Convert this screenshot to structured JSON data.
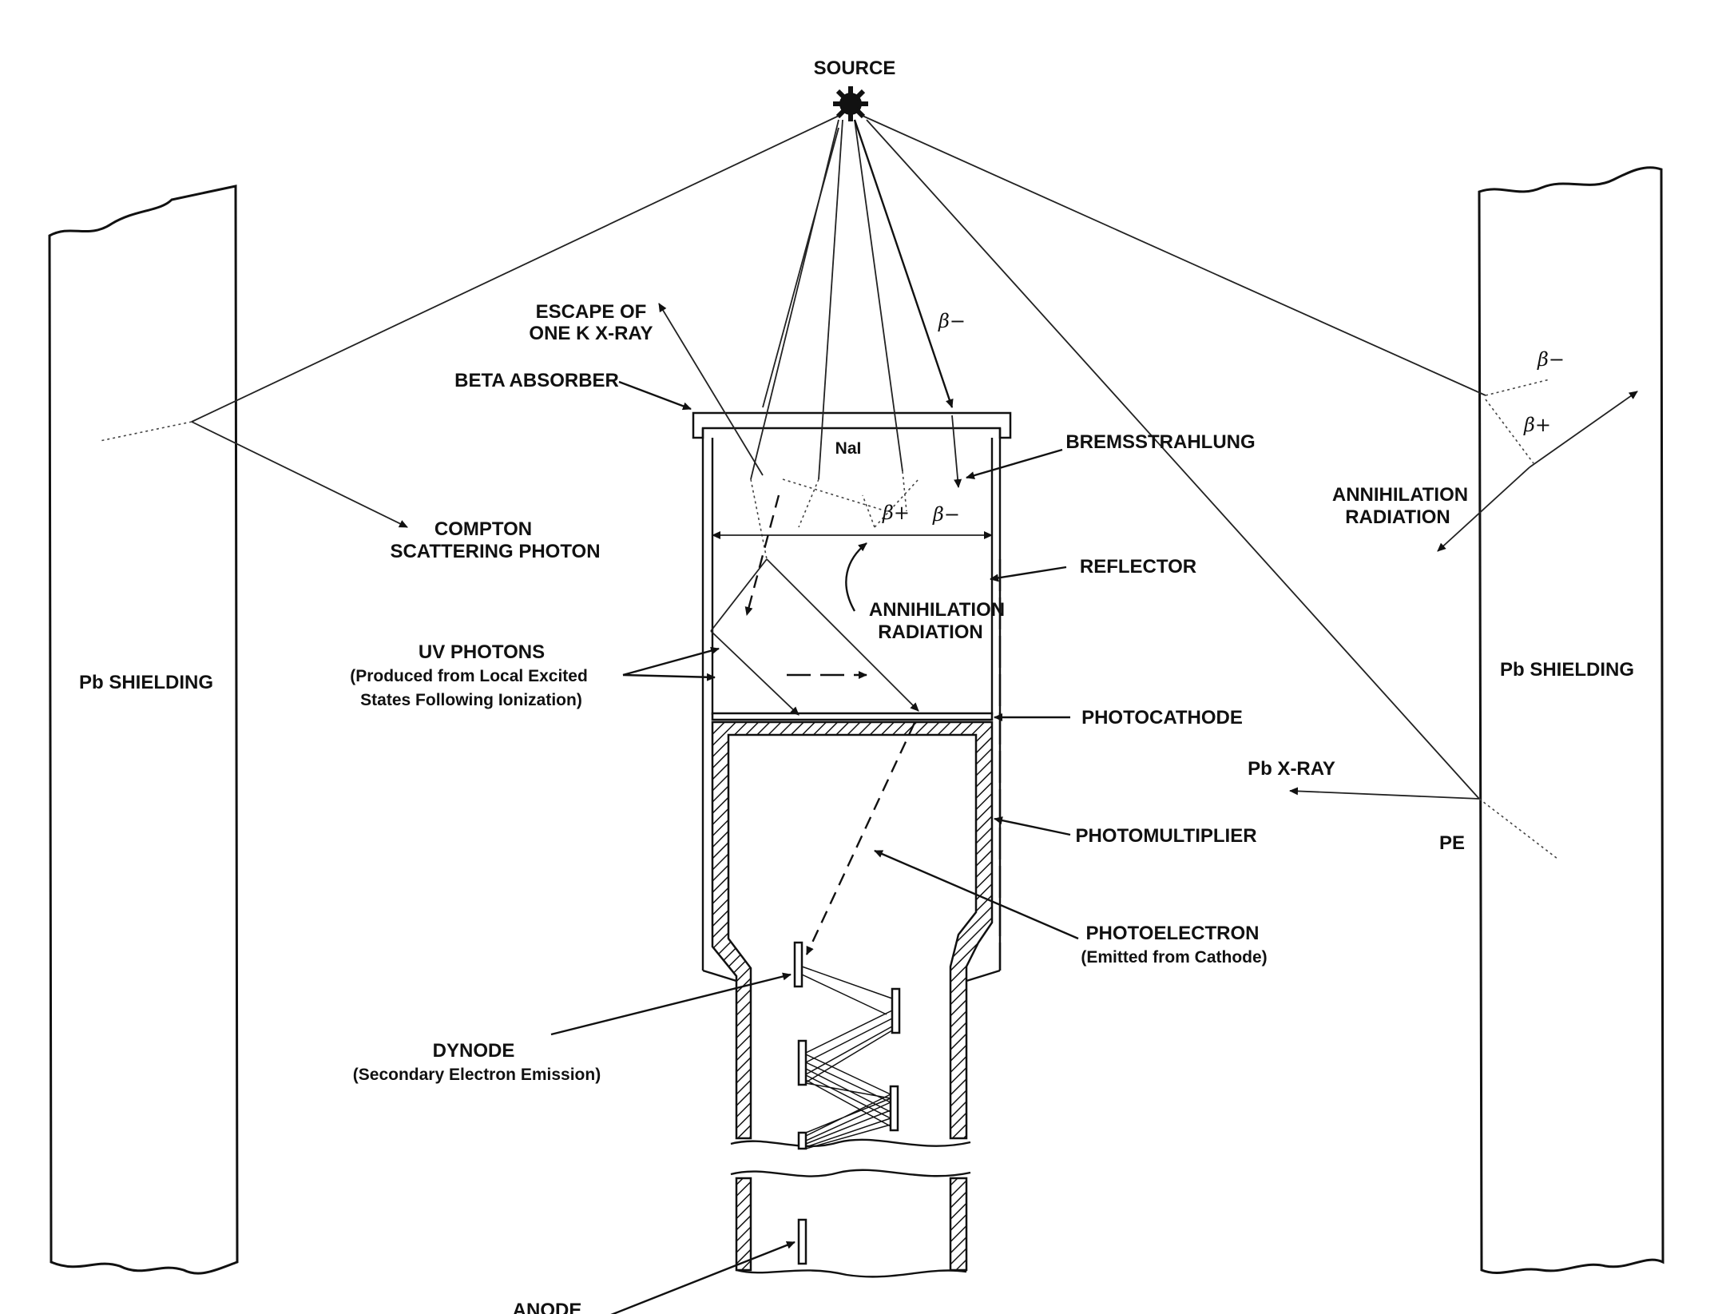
{
  "labels": {
    "source": "SOURCE",
    "pb_left": "Pb SHIELDING",
    "pb_right": "Pb SHIELDING",
    "escape_1": "ESCAPE OF",
    "escape_2": "ONE K X-RAY",
    "beta_absorber": "BETA ABSORBER",
    "nai": "NaI",
    "bremsstrahlung": "BREMSSTRAHLUNG",
    "compton_1": "COMPTON",
    "compton_2": "SCATTERING PHOTON",
    "reflector": "REFLECTOR",
    "annihilation_center_1": "ANNIHILATION",
    "annihilation_center_2": "RADIATION",
    "annihilation_right_1": "ANNIHILATION",
    "annihilation_right_2": "RADIATION",
    "uv_photons": "UV PHOTONS",
    "uv_sub_1": "(Produced from Local Excited",
    "uv_sub_2": "States Following Ionization)",
    "photocathode": "PHOTOCATHODE",
    "pb_xray": "Pb X-RAY",
    "pe": "PE",
    "photomultiplier": "PHOTOMULTIPLIER",
    "photoelectron": "PHOTOELECTRON",
    "photoelectron_sub": "(Emitted from Cathode)",
    "dynode": "DYNODE",
    "dynode_sub": "(Secondary Electron Emission)",
    "anode": "ANODE",
    "beta_minus": "β−",
    "beta_plus": "β+"
  }
}
